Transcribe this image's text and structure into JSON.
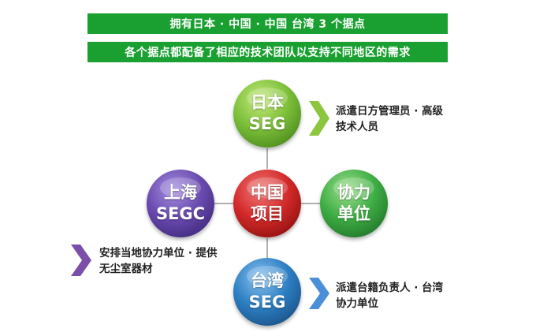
{
  "header": {
    "line1": "拥有日本 · 中国 · 中国 台湾 3 个据点",
    "line2": "各个据点都配备了相应的技术团队以支持不同地区的需求"
  },
  "nodes": {
    "japan": {
      "line1": "日本",
      "line2": "SEG"
    },
    "china": {
      "line1": "中国",
      "line2": "项目"
    },
    "shanghai": {
      "line1": "上海",
      "line2": "SEGC"
    },
    "partner": {
      "line1": "协力",
      "line2": "单位"
    },
    "taiwan": {
      "line1": "台湾",
      "line2": "SEG"
    }
  },
  "descriptions": {
    "japan": {
      "line1": "派遣日方管理员 · 高级",
      "line2": "技术人员"
    },
    "shanghai": {
      "line1": "安排当地协力单位 · 提供",
      "line2": "无尘室器材"
    },
    "taiwan": {
      "line1": "派遣台籍负责人 · 台湾",
      "line2": "协力单位"
    }
  },
  "colors": {
    "banner": "#19a031",
    "japan": "#7dc03a",
    "china": "#d42a2a",
    "shanghai": "#6a4bb0",
    "partner": "#3fae45",
    "taiwan": "#2e7fc4",
    "arrow_green": "#8cc63f",
    "arrow_purple": "#7b4fa8",
    "arrow_blue": "#4a90d9"
  }
}
